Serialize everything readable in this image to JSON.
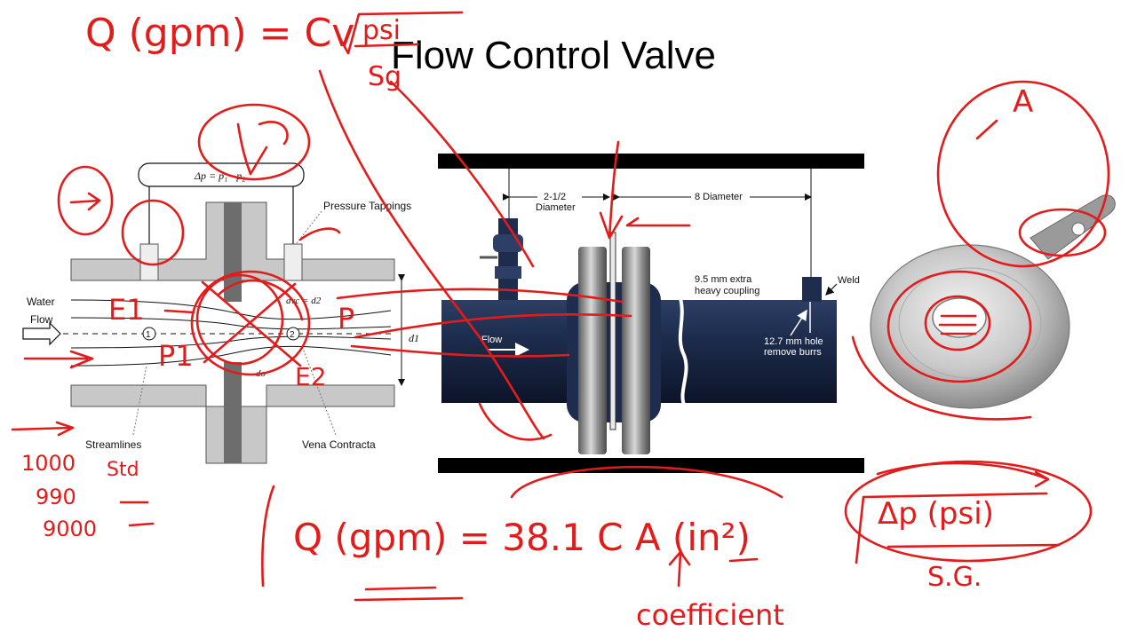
{
  "slide": {
    "title": "Flow Control Valve"
  },
  "orifice_diagram": {
    "formula": "Δp = p₁ - p₂",
    "labels": {
      "pressure_tappings": "Pressure Tappings",
      "water": "Water",
      "flow": "Flow",
      "streamlines": "Streamlines",
      "vena_contracta": "Vena Contracta",
      "point_1": "1",
      "point_2": "2",
      "dvc": "dvc = d2",
      "d1": "d1",
      "do": "do"
    }
  },
  "pipe_diagram": {
    "labels": {
      "upstream_distance": "2-1/2",
      "upstream_unit": "Diameter",
      "downstream_distance": "8 Diameter",
      "coupling_line1": "9.5 mm extra",
      "coupling_line2": "heavy coupling",
      "weld": "Weld",
      "hole_line1": "12.7 mm hole",
      "hole_line2": "remove burrs",
      "flow": "Flow"
    }
  },
  "annotations": {
    "top_formula_lhs": "Q (gpm) = Cv",
    "top_formula_num": "psi",
    "top_formula_den": "Sg",
    "bottom_formula": "Q (gpm) = 38.1 C A (in²)",
    "sqrt_num": "Δp (psi)",
    "sqrt_den": "S.G.",
    "coefficient": "coefficient",
    "E1": "E1",
    "E2": "E2",
    "P1": "P1",
    "P2": "P",
    "A": "A",
    "list_1": "1000",
    "list_1_unit": "Std",
    "list_2": "990",
    "list_3": "9000"
  },
  "colors": {
    "ink": "#e21b1b",
    "pipe": "#1b2a48",
    "diagram_gray": "#c8c8c8"
  }
}
